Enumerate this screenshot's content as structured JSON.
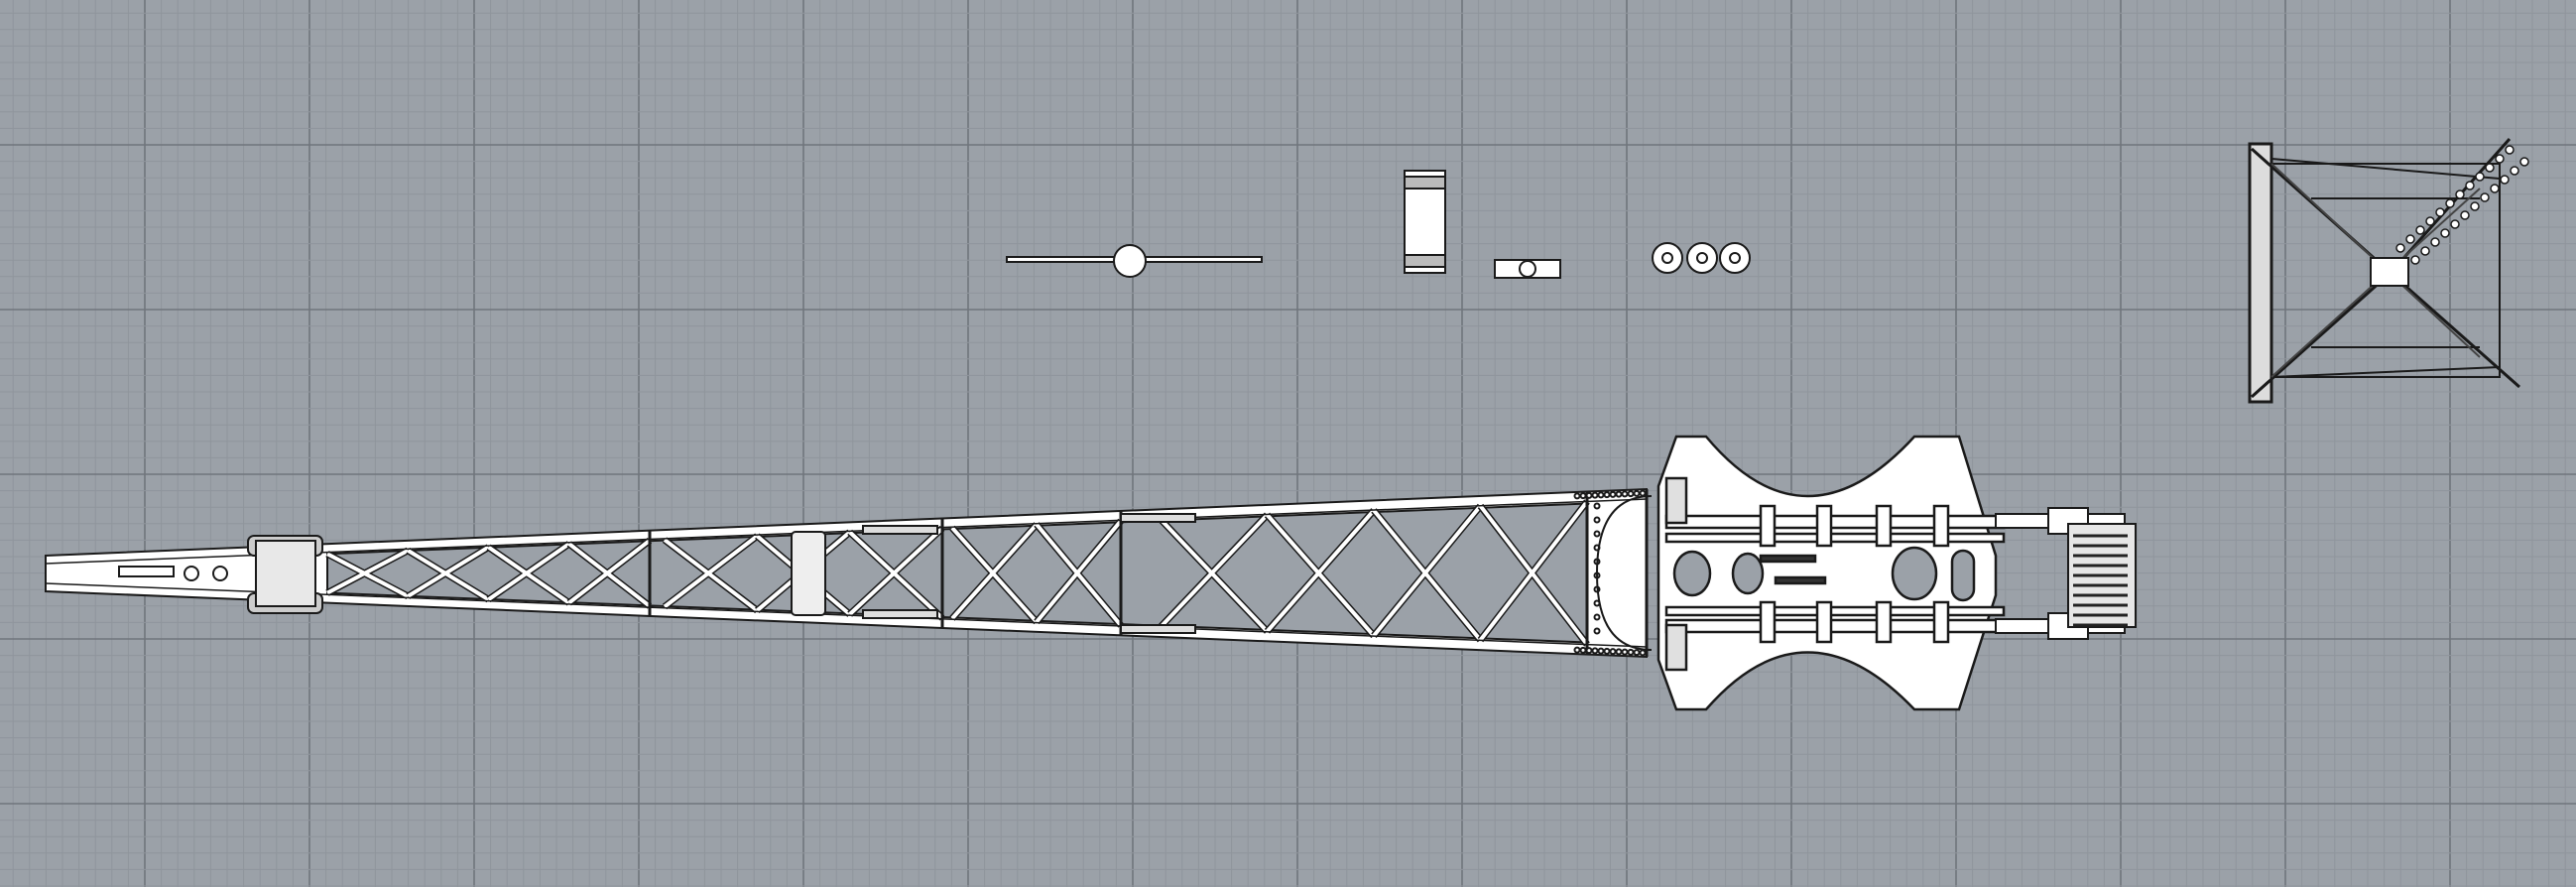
{
  "viewport": {
    "projection": "top",
    "background_color": "#9ba1a8",
    "minor_grid_color": "#8f959c",
    "major_grid_color": "#70757c",
    "model_fill_color": "#ffffff",
    "model_edge_color": "#1a1a1a",
    "shade_color": "#d4d4d4"
  },
  "objects": [
    {
      "name": "crane-boom-truss"
    },
    {
      "name": "crane-chassis"
    },
    {
      "name": "axle-with-hub"
    },
    {
      "name": "drum-part"
    },
    {
      "name": "small-bracket"
    },
    {
      "name": "pulley-set"
    },
    {
      "name": "tower-section"
    }
  ]
}
